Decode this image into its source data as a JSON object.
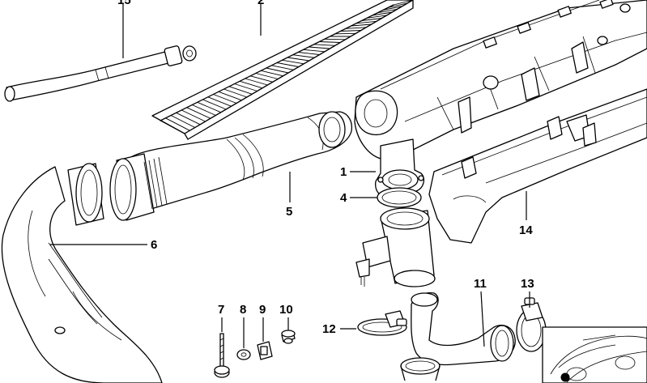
{
  "callouts": {
    "c1": "1",
    "c2": "2",
    "c4": "4",
    "c5": "5",
    "c6": "6",
    "c7": "7",
    "c8": "8",
    "c9": "9",
    "c10": "10",
    "c11": "11",
    "c12": "12",
    "c13": "13",
    "c14": "14",
    "c15": "15"
  },
  "colors": {
    "line": "#000000",
    "background": "#ffffff"
  }
}
